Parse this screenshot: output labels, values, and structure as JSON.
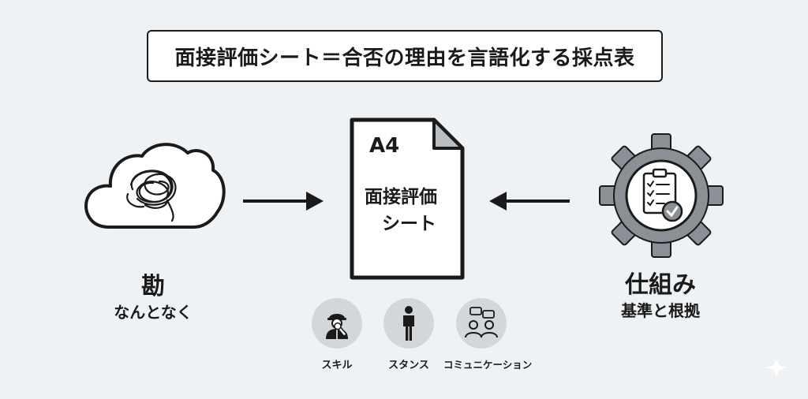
{
  "title": "面接評価シート＝合否の理由を言語化する採点表",
  "left": {
    "main": "勘",
    "sub": "なんとなく",
    "icon": "tangled-cloud-icon"
  },
  "center": {
    "size_label": "A4",
    "doc_title_line1": "面接評価",
    "doc_title_line2": "シート",
    "icon": "document-icon"
  },
  "right": {
    "main": "仕組み",
    "sub": "基準と根拠",
    "icon": "gear-checklist-icon"
  },
  "criteria": [
    {
      "label": "スキル",
      "icon": "worker-wrench-icon"
    },
    {
      "label": "スタンス",
      "icon": "person-standing-icon"
    },
    {
      "label": "コミュニケーション",
      "icon": "people-chat-icon"
    }
  ],
  "colors": {
    "background": "#eef2f4",
    "gear": "#8a9096",
    "circle": "#d3d7da",
    "ink": "#1a1a1a"
  }
}
